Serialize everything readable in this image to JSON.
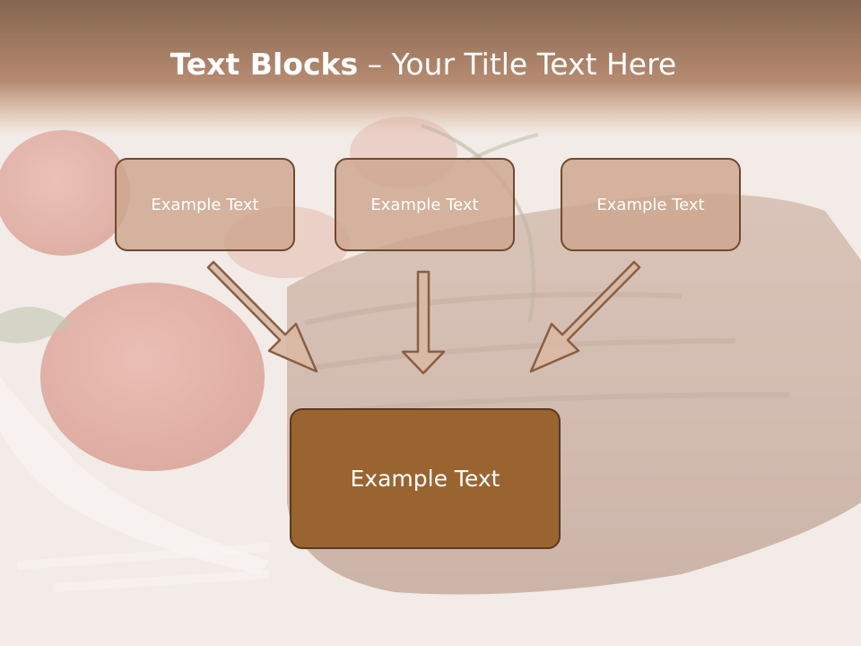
{
  "title": {
    "bold": "Text Blocks",
    "dash": " – ",
    "rest": "Your Title Text Here"
  },
  "boxes": [
    {
      "label": "Example Text"
    },
    {
      "label": "Example Text"
    },
    {
      "label": "Example Text"
    }
  ],
  "main_box": {
    "label": "Example Text"
  },
  "colors": {
    "header": "#8a6a52",
    "box_fill": "#cda58c",
    "box_border": "#6e4a30",
    "main_box_fill": "#9a6431",
    "arrow_fill": "#d9b8a2",
    "arrow_stroke": "#8a5e42"
  },
  "background_image": "steak-with-tomatoes-and-fork"
}
